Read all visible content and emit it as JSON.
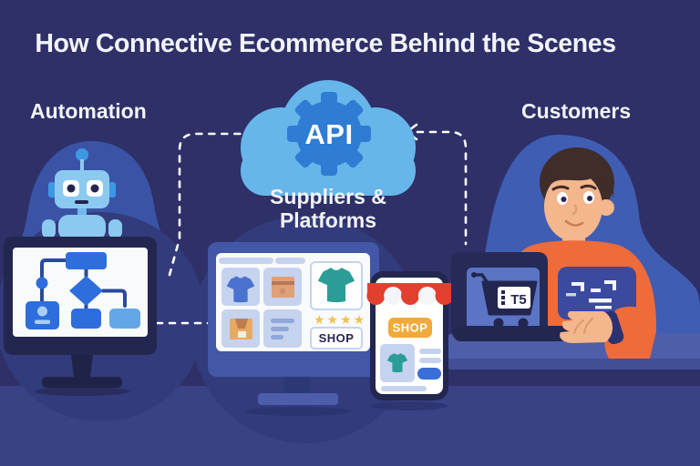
{
  "title": "How Connective Ecommerce Behind the Scenes",
  "sections": {
    "automation": {
      "label": "Automation"
    },
    "api_hub": {
      "gear_label": "API",
      "sublabel_line1": "Suppliers &",
      "sublabel_line2": "Platforms"
    },
    "customers": {
      "label": "Customers"
    }
  },
  "desktop_storefront": {
    "shop_button_label": "SHOP",
    "rating_stars": "★★★★"
  },
  "mobile_storefront": {
    "shop_button_label": "SHOP"
  },
  "laptop_cart": {
    "package_label": "T5"
  },
  "colors": {
    "background": "#2e3067",
    "floor": "#3a4286",
    "blob_blue": "#3a53a6",
    "blob_blue_right": "#3f5db3",
    "cloud_blue": "#67b6ea",
    "gear_blue": "#2e7cd4",
    "robot_blue": "#8cc9f0",
    "flowchart_blue": "#2e6edc",
    "flowchart_light_blue": "#64a7e8",
    "screen_white": "#f9fafc",
    "card_lavender": "#c6d3ef",
    "tshirt_teal": "#2b9d96",
    "star_gold": "#eec34f",
    "awning_red": "#e2402f",
    "shop_button_orange": "#f2a93b",
    "shirt_orange": "#ef6b3a",
    "skin": "#f4b68d",
    "dark_navy": "#23264f",
    "desk_blue": "#4e5ea8"
  }
}
